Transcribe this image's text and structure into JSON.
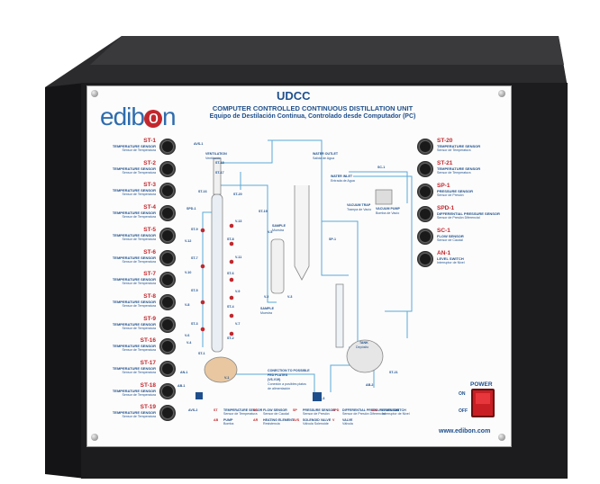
{
  "header": {
    "logo": "edibon",
    "code": "UDCC",
    "title": "COMPUTER CONTROLLED CONTINUOUS DISTILLATION UNIT",
    "subtitle": "Equipo de Destilación Continua, Controlado desde Computador (PC)"
  },
  "left_sensors": [
    {
      "code": "ST-1",
      "name": "TEMPERATURE SENSOR",
      "name_es": "Sensor de Temperatura"
    },
    {
      "code": "ST-2",
      "name": "TEMPERATURE SENSOR",
      "name_es": "Sensor de Temperatura"
    },
    {
      "code": "ST-3",
      "name": "TEMPERATURE SENSOR",
      "name_es": "Sensor de Temperatura"
    },
    {
      "code": "ST-4",
      "name": "TEMPERATURE SENSOR",
      "name_es": "Sensor de Temperatura"
    },
    {
      "code": "ST-5",
      "name": "TEMPERATURE SENSOR",
      "name_es": "Sensor de Temperatura"
    },
    {
      "code": "ST-6",
      "name": "TEMPERATURE SENSOR",
      "name_es": "Sensor de Temperatura"
    },
    {
      "code": "ST-7",
      "name": "TEMPERATURE SENSOR",
      "name_es": "Sensor de Temperatura"
    },
    {
      "code": "ST-8",
      "name": "TEMPERATURE SENSOR",
      "name_es": "Sensor de Temperatura"
    },
    {
      "code": "ST-9",
      "name": "TEMPERATURE SENSOR",
      "name_es": "Sensor de Temperatura"
    },
    {
      "code": "ST-16",
      "name": "TEMPERATURE SENSOR",
      "name_es": "Sensor de Temperatura"
    },
    {
      "code": "ST-17",
      "name": "TEMPERATURE SENSOR",
      "name_es": "Sensor de Temperatura"
    },
    {
      "code": "ST-18",
      "name": "TEMPERATURE SENSOR",
      "name_es": "Sensor de Temperatura"
    },
    {
      "code": "ST-19",
      "name": "TEMPERATURE SENSOR",
      "name_es": "Sensor de Temperatura"
    }
  ],
  "right_sensors": [
    {
      "code": "ST-20",
      "name": "TEMPERATURE SENSOR",
      "name_es": "Sensor de Temperatura"
    },
    {
      "code": "ST-21",
      "name": "TEMPERATURE SENSOR",
      "name_es": "Sensor de Temperatura"
    },
    {
      "code": "SP-1",
      "name": "PRESSURE SENSOR",
      "name_es": "Sensor de Presión"
    },
    {
      "code": "SPD-1",
      "name": "DIFFERENTIAL PRESSURE SENSOR",
      "name_es": "Sensor de Presión Diferencial"
    },
    {
      "code": "SC-1",
      "name": "FLOW SENSOR",
      "name_es": "Sensor de Caudal"
    },
    {
      "code": "AN-1",
      "name": "LEVEL SWITCH",
      "name_es": "Interruptor de Nivel"
    }
  ],
  "diagram": {
    "labels": {
      "ventilation": "VENTILATION",
      "ventilation_es": "Ventilación",
      "water_outlet": "WATER OUTLET",
      "water_outlet_es": "Salida de Agua",
      "water_inlet": "WATER INLET",
      "water_inlet_es": "Entrada de Agua",
      "vacuum_trap": "VACUUM TRAP",
      "vacuum_trap_es": "Trampa de Vacío",
      "vacuum_pump": "VACUUM PUMP",
      "vacuum_pump_es": "Bomba de Vacío",
      "sample_top": "SAMPLE",
      "sample_top_es": "Muestra",
      "sample_bottom": "SAMPLE",
      "sample_bottom_es": "Muestra",
      "tank": "TANK",
      "tank_es": "Depósito",
      "feed_note_1": "CONECTION TO POSSIBLE",
      "feed_note_2": "FED PLATES",
      "feed_note_3": "(V6-V19)",
      "feed_note_4": "Conexión a posibles platos",
      "feed_note_5": "de alimentación"
    },
    "tags": [
      "AVS-1",
      "ST-18",
      "ST-17",
      "ST-16",
      "ST-20",
      "ST-19",
      "SPD-1",
      "ST-9",
      "ST-8",
      "ST-7",
      "ST-6",
      "ST-5",
      "ST-4",
      "ST-3",
      "ST-2",
      "ST-1",
      "AN-1",
      "AB-1",
      "AVS-2",
      "V-13",
      "V-12",
      "V-11",
      "V-10",
      "V-9",
      "V-8",
      "V-7",
      "V-6",
      "V-5",
      "V-4",
      "V-3",
      "V-2",
      "V-1",
      "SC-1",
      "SP-1",
      "AB-2",
      "AB-3",
      "ST-21"
    ]
  },
  "legend": [
    {
      "tag": "ST",
      "en": "TEMPERATURE SENSOR",
      "es": "Sensor de Temperatura"
    },
    {
      "tag": "SC",
      "en": "FLOW SENSOR",
      "es": "Sensor de Caudal"
    },
    {
      "tag": "SP",
      "en": "PRESSURE SENSOR",
      "es": "Sensor de Presión"
    },
    {
      "tag": "SPD",
      "en": "DIFFERENTIAL PRESSURE SENSOR",
      "es": "Sensor de Presión Diferencial"
    },
    {
      "tag": "AN",
      "en": "LEVEL SWITCH",
      "es": "Interruptor de Nivel"
    },
    {
      "tag": "AB",
      "en": "PUMP",
      "es": "Bomba"
    },
    {
      "tag": "AR",
      "en": "HEATING ELEMENT",
      "es": "Resistencia"
    },
    {
      "tag": "AVS",
      "en": "SOLENOID VALVE",
      "es": "Válvula Solenoide"
    },
    {
      "tag": "V",
      "en": "VALVE",
      "es": "Válvula"
    }
  ],
  "power": {
    "label": "POWER",
    "on": "ON",
    "off": "OFF",
    "state": "on"
  },
  "footer": {
    "website": "www.edibon.com"
  },
  "colors": {
    "cabinet": "#1c1c1e",
    "panel": "#fcfcfc",
    "accent_blue": "#1e4f8c",
    "accent_red": "#c2272d",
    "pipe": "#5aa9d6",
    "power_switch": "#c91f24"
  }
}
